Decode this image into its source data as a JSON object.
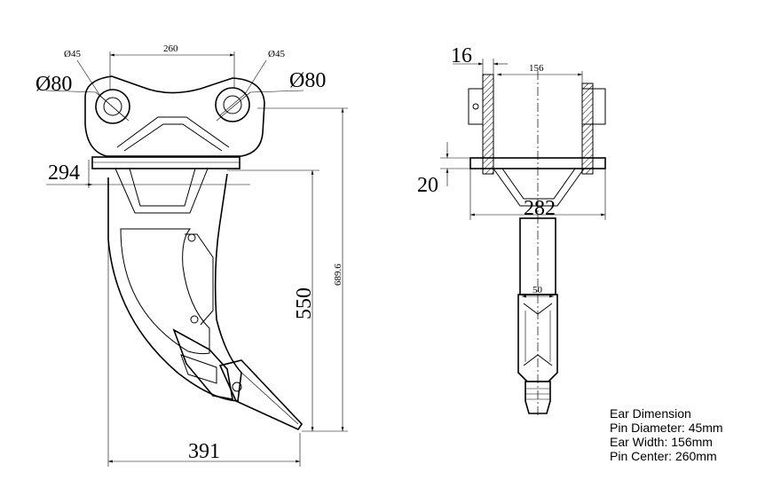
{
  "dimensions": {
    "left_pin_dia": "Ø45",
    "left_boss_dia": "Ø80",
    "pin_center": "260",
    "right_pin_dia": "Ø45",
    "right_boss_dia": "Ø80",
    "plate_width": "294",
    "shank_length": "550",
    "overall_height": "689.6",
    "overall_width": "391",
    "plate_thickness": "16",
    "ear_width": "156",
    "base_thickness": "20",
    "base_width": "282",
    "shank_width": "50"
  },
  "legend": {
    "title": "Ear Dimension",
    "pin_diameter": "Pin Diameter: 45mm",
    "ear_width": "Ear Width: 156mm",
    "pin_center": "Pin Center: 260mm"
  }
}
